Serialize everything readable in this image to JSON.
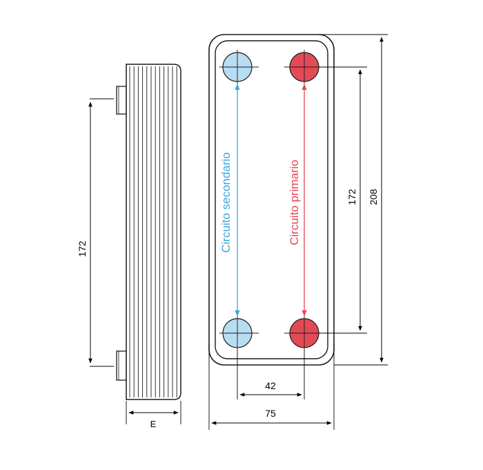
{
  "dimensions": {
    "side_height": "172",
    "width_e": "E",
    "port_spacing_horizontal": "42",
    "overall_width": "75",
    "port_spacing_vertical": "172",
    "overall_height": "208"
  },
  "circuits": {
    "secondary": {
      "label": "Circuito secondario",
      "color": "#3aa6dc",
      "port_fill": "#b8dcf2"
    },
    "primary": {
      "label": "Circuito primario",
      "color": "#e8454f",
      "port_fill": "#e24b55"
    }
  },
  "colors": {
    "outline": "#1a1a1a",
    "dimension_line": "#000000"
  }
}
